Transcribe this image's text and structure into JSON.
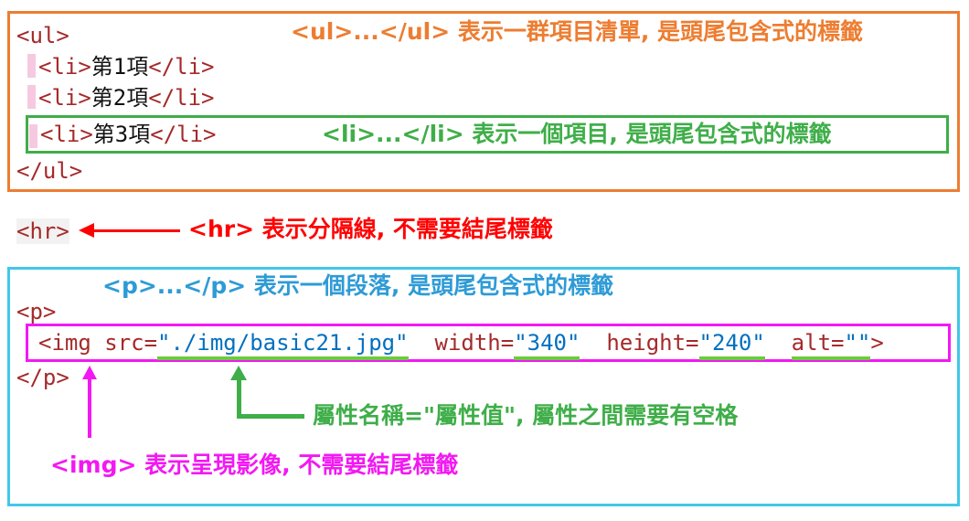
{
  "top_box": {
    "code_ul_open": "<ul>",
    "code_ul_close": "</ul>",
    "items": [
      {
        "open": "<li>",
        "text": "第1項",
        "close": "</li>"
      },
      {
        "open": "<li>",
        "text": "第2項",
        "close": "</li>"
      },
      {
        "open": "<li>",
        "text": "第3項",
        "close": "</li>"
      }
    ],
    "ul_annotation_tag": "<ul>...</ul>",
    "ul_annotation_text": " 表示一群項目清單, 是頭尾包含式的標籤",
    "li_annotation_tag": "<li>...</li>",
    "li_annotation_text": " 表示一個項目, 是頭尾包含式的標籤"
  },
  "hr_section": {
    "code": "<hr>",
    "annotation_tag": "<hr>",
    "annotation_text": " 表示分隔線, 不需要結尾標籤"
  },
  "bottom_box": {
    "p_annotation_tag": "<p>...</p>",
    "p_annotation_text": " 表示一個段落, 是頭尾包含式的標籤",
    "code_p_open": "<p>",
    "code_p_close": "</p>",
    "img_tag_open": "<img",
    "img_attrs": [
      {
        "name": "src=",
        "value": "\"./img/basic21.jpg\""
      },
      {
        "name": "width=",
        "value": "\"340\""
      },
      {
        "name": "height=",
        "value": "\"240\""
      },
      {
        "name": "alt=",
        "value": "\"\""
      }
    ],
    "img_tag_close": ">",
    "attr_annotation": "屬性名稱=\"屬性值\", 屬性之間需要有空格",
    "img_annotation_tag": "<img>",
    "img_annotation_text": " 表示呈現影像, 不需要結尾標籤"
  },
  "colors": {
    "orange": "#ED7D31",
    "green": "#3FAE49",
    "underline_green": "#6BCB3F",
    "red": "#FF0000",
    "cyan": "#40C8E8",
    "blue_annotation": "#2E9BD6",
    "magenta": "#F318F3",
    "code_tag": "#A52A2A",
    "code_value": "#0070C0",
    "gutter_pink": "#F6C9E0"
  }
}
